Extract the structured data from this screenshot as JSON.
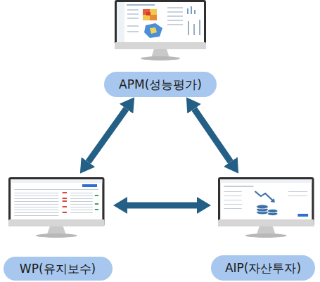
{
  "diagram": {
    "nodes": [
      {
        "text": [
          "APM(성능평가)"
        ]
      },
      {
        "text": [
          "WP(유지보수)"
        ]
      },
      {
        "text": [
          "AIP(자산투자)"
        ]
      }
    ],
    "edges": [
      {
        "from": 0,
        "to": 1,
        "arrow": "both"
      },
      {
        "from": 0,
        "to": 2,
        "arrow": "both"
      },
      {
        "from": 1,
        "to": 2,
        "arrow": "both"
      }
    ]
  }
}
